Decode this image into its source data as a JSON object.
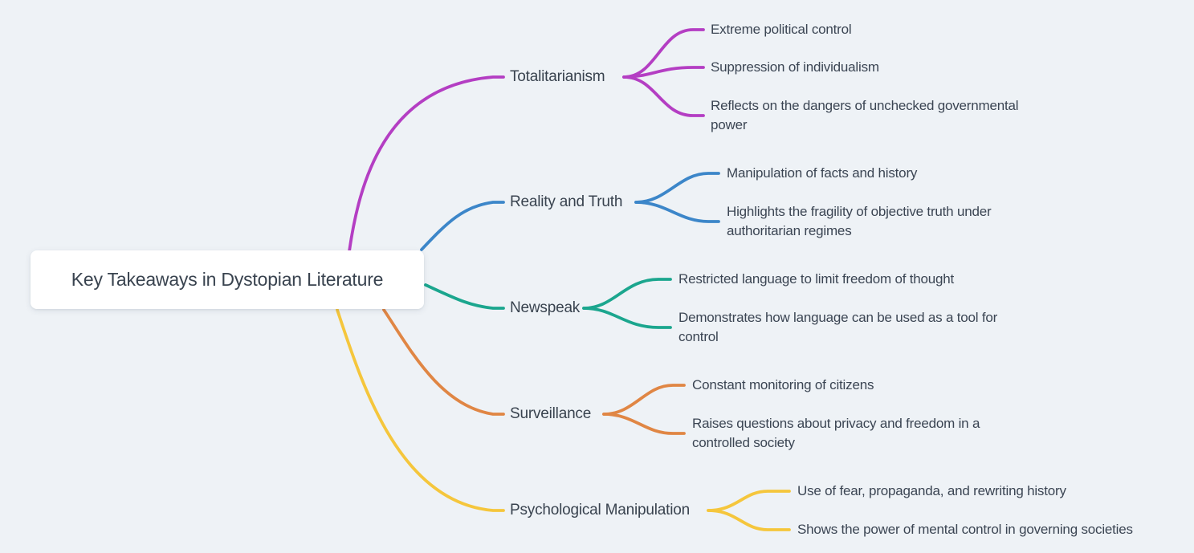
{
  "background": "#eef2f6",
  "root": {
    "label": "Key Takeaways in Dystopian Literature"
  },
  "branches": [
    {
      "label": "Totalitarianism",
      "color": "#b43ec3",
      "children": [
        "Extreme political control",
        "Suppression of individualism",
        "Reflects on the dangers of unchecked governmental power"
      ]
    },
    {
      "label": "Reality and Truth",
      "color": "#3c86c9",
      "children": [
        "Manipulation of facts and history",
        "Highlights the fragility of objective truth under authoritarian regimes"
      ]
    },
    {
      "label": "Newspeak",
      "color": "#1ba68e",
      "children": [
        "Restricted language to limit freedom of thought",
        "Demonstrates how language can be used as a tool for control"
      ]
    },
    {
      "label": "Surveillance",
      "color": "#e08644",
      "children": [
        "Constant monitoring of citizens",
        "Raises questions about privacy and freedom in a controlled society"
      ]
    },
    {
      "label": "Psychological Manipulation",
      "color": "#f5c63c",
      "children": [
        "Use of fear, propaganda, and rewriting history",
        "Shows the power of mental control in governing societies"
      ]
    }
  ]
}
